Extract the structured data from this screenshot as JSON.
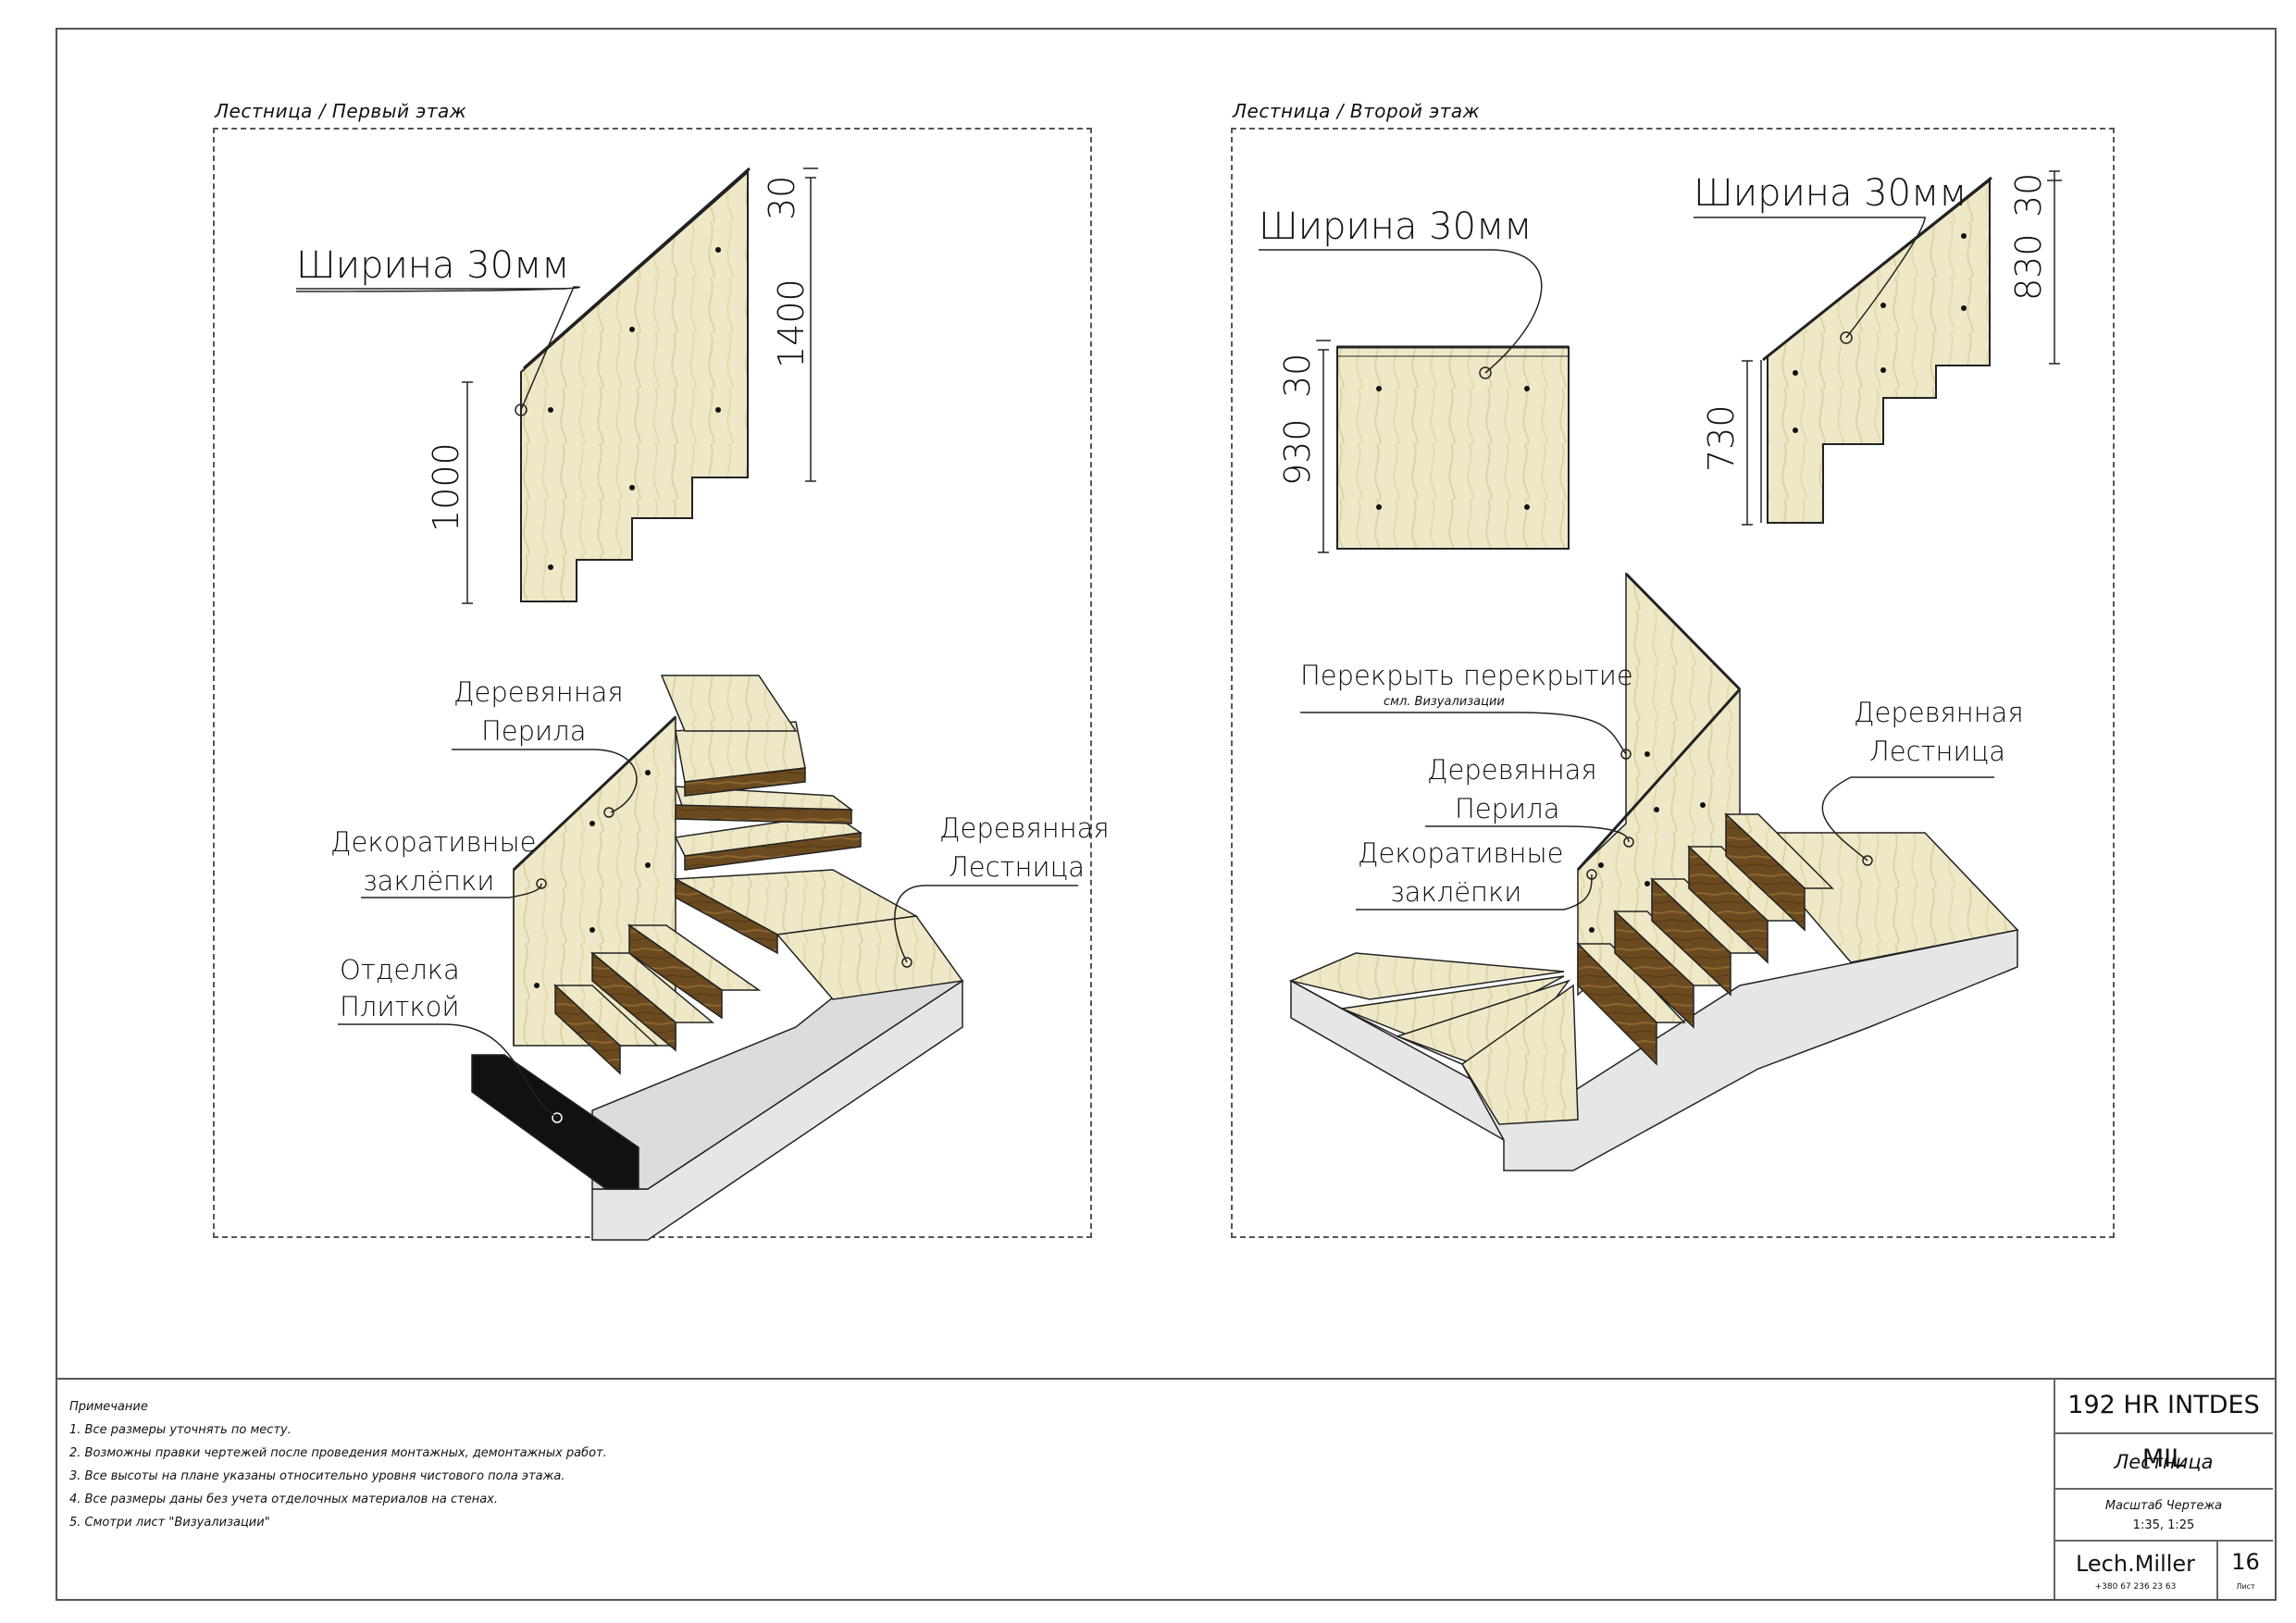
{
  "left_panel": {
    "title": "Лестница / Первый этаж",
    "width_label": "Ширина 30мм",
    "dim_30": "30",
    "dim_1400": "1400",
    "dim_1000": "1000",
    "callouts": {
      "rail_1": "Деревянная",
      "rail_2": "Перила",
      "rivets_1": "Декоративные",
      "rivets_2": "заклёпки",
      "tile_1": "Отделка",
      "tile_2": "Плиткой",
      "stair_1": "Деревянная",
      "stair_2": "Лестница"
    }
  },
  "right_panel": {
    "title": "Лестница / Второй этаж",
    "width_label_a": "Ширина 30мм",
    "width_label_b": "Ширина 30мм",
    "dim_30a": "30",
    "dim_930": "930",
    "dim_30b": "30",
    "dim_830": "830",
    "dim_730": "730",
    "callouts": {
      "slab": "Перекрыть перекрытие",
      "slab_note": "смл. Визуализации",
      "rail_1": "Деревянная",
      "rail_2": "Перила",
      "rivets_1": "Декоративные",
      "rivets_2": "заклёпки",
      "stair_1": "Деревянная",
      "stair_2": "Лестница"
    }
  },
  "notes": {
    "heading": "Примечание",
    "items": [
      "1. Все размеры уточнять по месту.",
      "2. Возможны правки чертежей после проведения монтажных, демонтажных работ.",
      "3. Все высоты на плане указаны относительно уровня чистового пола этажа.",
      "4. Все размеры даны без учета отделочных материалов на стенах.",
      "5. Смотри лист \"Визуализации\""
    ]
  },
  "title_block": {
    "project": "192 HR INTDES MIL",
    "sheet_name": "Лестница",
    "scale_label": "Масштаб Чертежа",
    "scale_value": "1:35, 1:25",
    "author": "Lech.Miller",
    "phone": "+380 67 236 23 63",
    "sheet_number": "16",
    "sheet_number_label": "Лист"
  },
  "colors": {
    "wood": "#efe8c8",
    "wood_grain": "#ddd3a6",
    "wood_dark": "#6b4a1f",
    "concrete": "#e6e6e6",
    "tile": "#111111",
    "line": "#222222"
  }
}
